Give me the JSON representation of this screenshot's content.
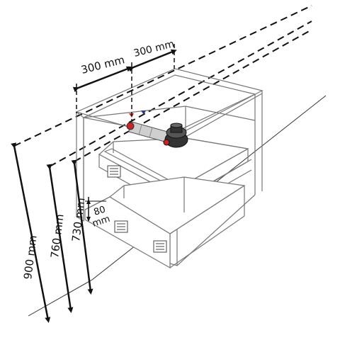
{
  "dimensions": {
    "width_left": "300 mm",
    "width_right": "300 mm",
    "height_900": "900 mm",
    "height_760": "760 mm",
    "height_730": "730 mm",
    "drawer_gap_value": "80",
    "drawer_gap_unit": "mm"
  },
  "colors": {
    "line": "#111111",
    "cabinet_stroke": "#777777",
    "siphon_red": "#cc2222",
    "siphon_dark": "#333333",
    "pipe_grey": "#cfcfcf",
    "marker_blue": "#2a3a8c"
  }
}
